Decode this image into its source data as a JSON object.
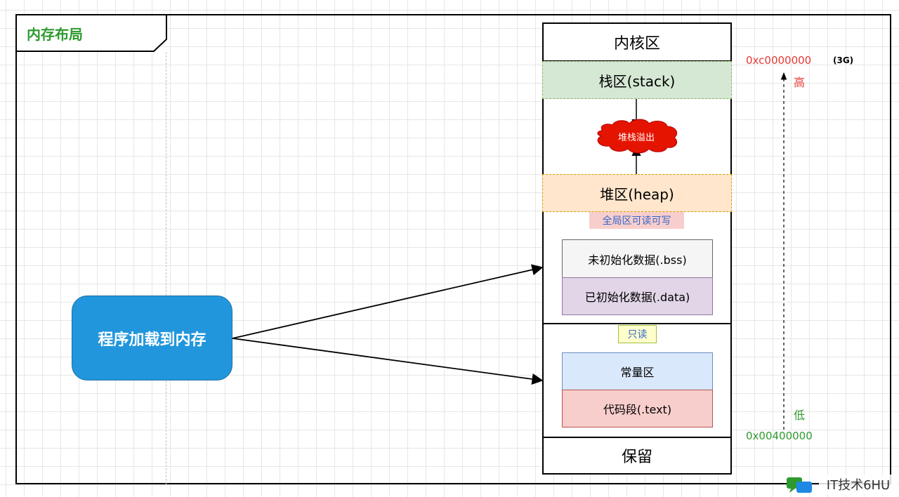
{
  "title": "内存布局",
  "memory": {
    "kernel": "内核区",
    "stack": "栈区(stack)",
    "overflow": "堆栈溢出",
    "heap": "堆区(heap)",
    "global_rw": "全局区可读可写",
    "bss": "未初始化数据(.bss)",
    "data": "已初始化数据(.data)",
    "readonly": "只读",
    "const": "常量区",
    "text": "代码段(.text)",
    "reserved": "保留"
  },
  "loader": "程序加载到内存",
  "addresses": {
    "high_addr": "0xc0000000",
    "high_note": "(3G)",
    "high_label": "高",
    "low_label": "低",
    "low_addr": "0x00400000"
  },
  "watermark": "IT技术6HU",
  "colors": {
    "title_green": "#2e9a2e",
    "stack_fill": "#d5e8d4",
    "heap_fill": "#ffe6cc",
    "bss_fill": "#f5f5f5",
    "data_fill": "#e1d5e7",
    "const_fill": "#dae8fc",
    "text_fill": "#f8cecc",
    "loader_fill": "#2196dc",
    "cloud_fill": "#e51400",
    "high_red": "#e53935"
  }
}
